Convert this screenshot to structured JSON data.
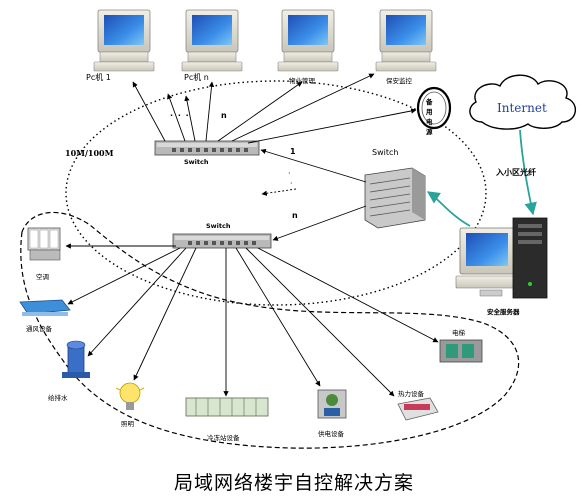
{
  "caption": "局域网络楼宇自控解决方案",
  "top_pcs": [
    {
      "label": "Pc机 1"
    },
    {
      "label": "Pc机 n"
    },
    {
      "label": "物业管理"
    },
    {
      "label": "保安监控"
    }
  ],
  "backup_power": "备用电源",
  "switch_top": {
    "label": "Switch"
  },
  "switch_mid": {
    "label": "Switch"
  },
  "switch_right": {
    "label": "Switch"
  },
  "speed_label": "10M/100M",
  "link_marks": {
    "dots": "· · ·",
    "n_top": "n",
    "one": "1",
    "n_mid": "n"
  },
  "internet": {
    "label": "Internet"
  },
  "fiber_label": "入小区光纤",
  "server_label": "安全服务器",
  "bottom_devices": [
    {
      "label": "空调"
    },
    {
      "label": "通风设备"
    },
    {
      "label": "给排水"
    },
    {
      "label": "照明"
    },
    {
      "label": "冷冻站设备"
    },
    {
      "label": "供电设备"
    },
    {
      "label": "热力设备"
    },
    {
      "label": "电梯"
    }
  ]
}
